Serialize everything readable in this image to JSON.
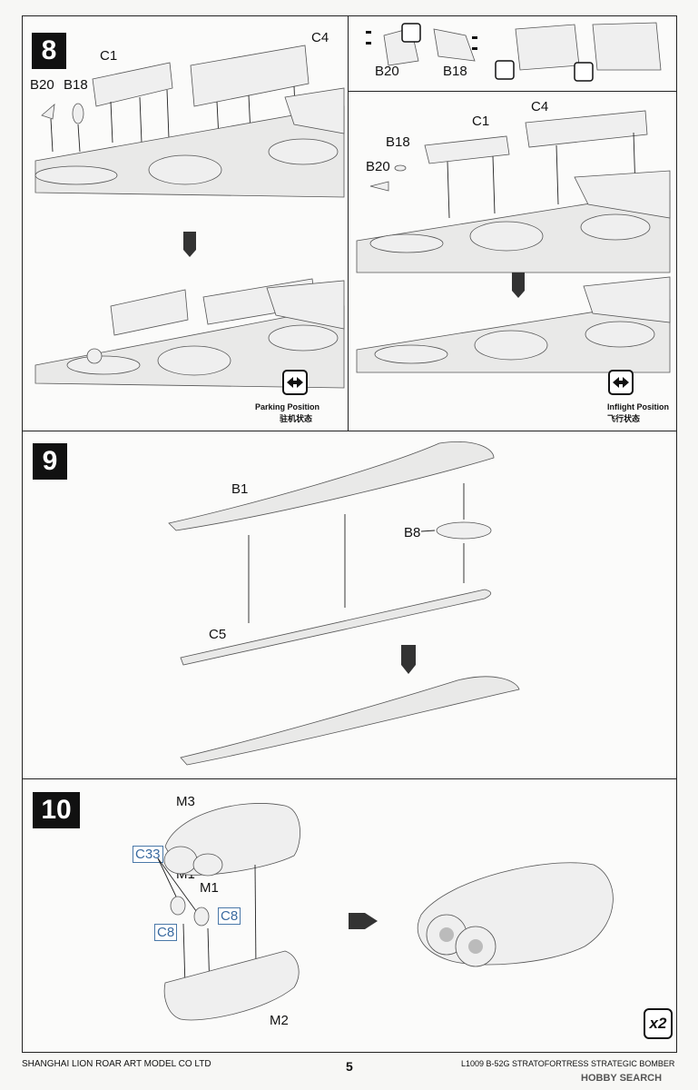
{
  "steps": {
    "s8": {
      "number": "8",
      "labels": {
        "c1": "C1",
        "c4": "C4",
        "b20": "B20",
        "b18": "B18"
      },
      "parking": {
        "en": "Parking Position",
        "zh": "驻机状态"
      },
      "inflight": {
        "en": "Inflight Position",
        "zh": "飞行状态"
      }
    },
    "s9": {
      "number": "9",
      "labels": {
        "b1": "B1",
        "b8": "B8",
        "c5": "C5"
      }
    },
    "s10": {
      "number": "10",
      "labels": {
        "m3": "M3",
        "m1a": "M1",
        "m1b": "M1",
        "m2": "M2"
      },
      "refs": {
        "c33": "C33",
        "c8a": "C8",
        "c8b": "C8"
      },
      "multiplier": "x2"
    }
  },
  "footer": {
    "company": "SHANGHAI LION ROAR ART MODEL CO LTD",
    "page": "5",
    "product": "L1009   B-52G   STRATOFORTRESS   STRATEGIC   BOMBER",
    "watermark": "HOBBY SEARCH"
  }
}
